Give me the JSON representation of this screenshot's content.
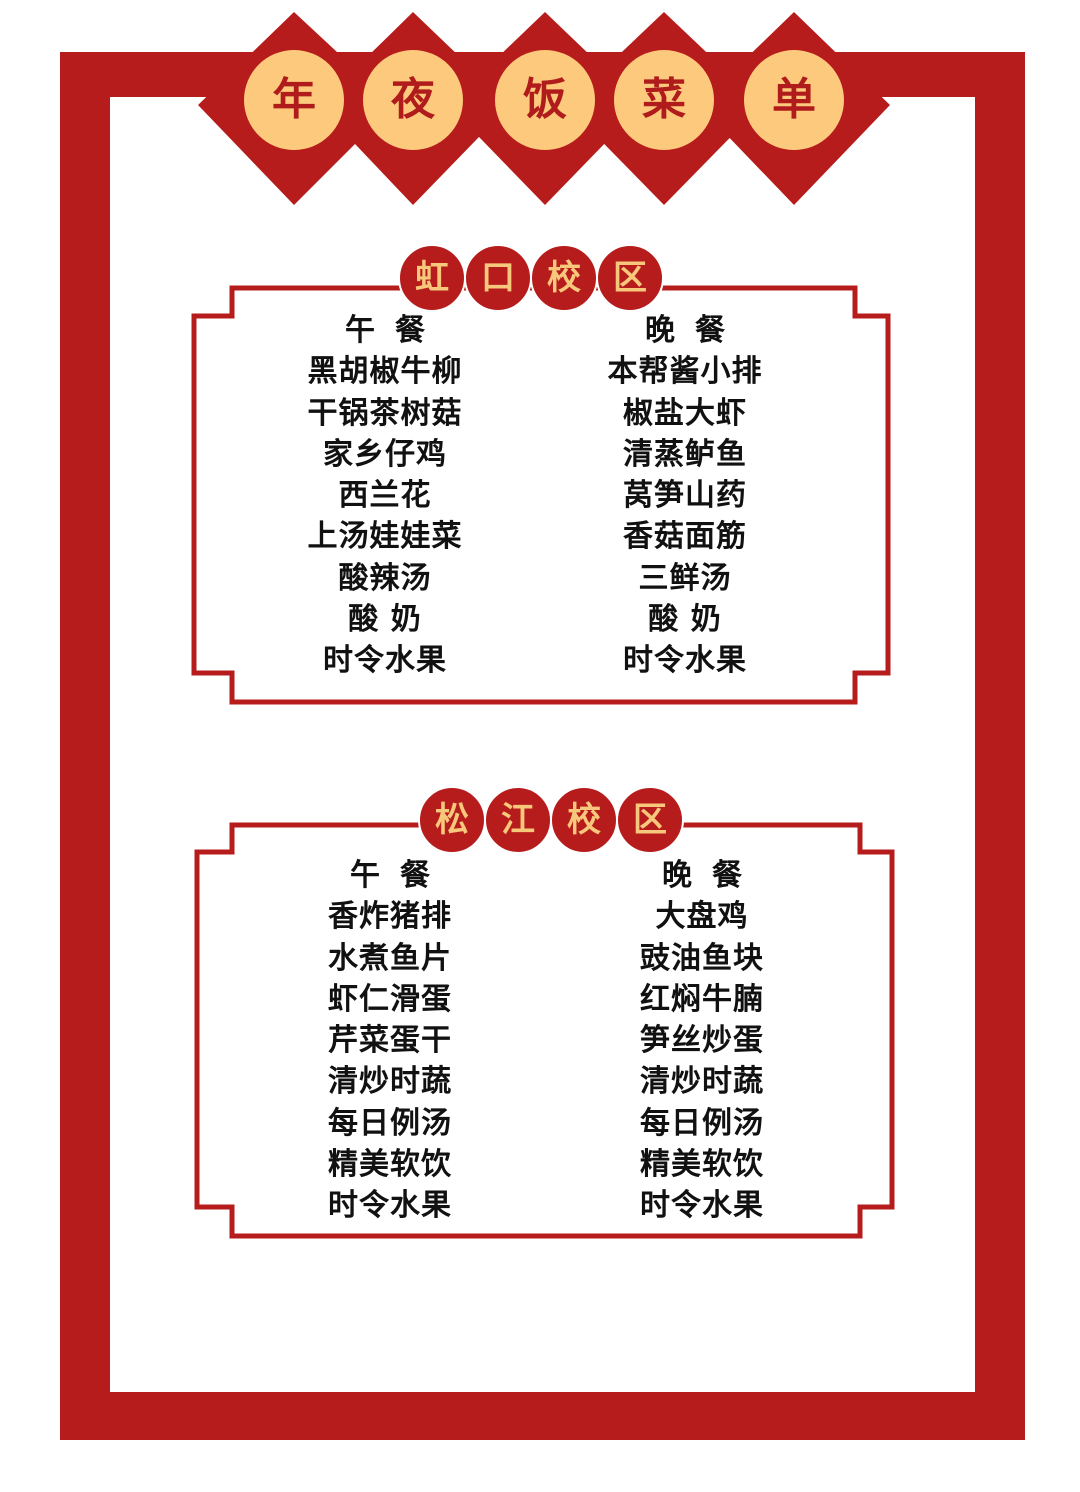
{
  "title": [
    "年",
    "夜",
    "饭",
    "菜",
    "单"
  ],
  "colors": {
    "red": "#b71c1c",
    "gold": "#fdca7d"
  },
  "sections": [
    {
      "name": [
        "虹",
        "口",
        "校",
        "区"
      ],
      "lunch_label": "午餐",
      "dinner_label": "晚餐",
      "lunch": [
        "黑胡椒牛柳",
        "干锅茶树菇",
        "家乡仔鸡",
        "西兰花",
        "上汤娃娃菜",
        "酸辣汤",
        "酸 奶",
        "时令水果"
      ],
      "dinner": [
        "本帮酱小排",
        "椒盐大虾",
        "清蒸鲈鱼",
        "莴笋山药",
        "香菇面筋",
        "三鲜汤",
        "酸 奶",
        "时令水果"
      ]
    },
    {
      "name": [
        "松",
        "江",
        "校",
        "区"
      ],
      "lunch_label": "午餐",
      "dinner_label": "晚餐",
      "lunch": [
        "香炸猪排",
        "水煮鱼片",
        "虾仁滑蛋",
        "芹菜蛋干",
        "清炒时蔬",
        "每日例汤",
        "精美软饮",
        "时令水果"
      ],
      "dinner": [
        "大盘鸡",
        "豉油鱼块",
        "红焖牛腩",
        "笋丝炒蛋",
        "清炒时蔬",
        "每日例汤",
        "精美软饮",
        "时令水果"
      ]
    }
  ]
}
